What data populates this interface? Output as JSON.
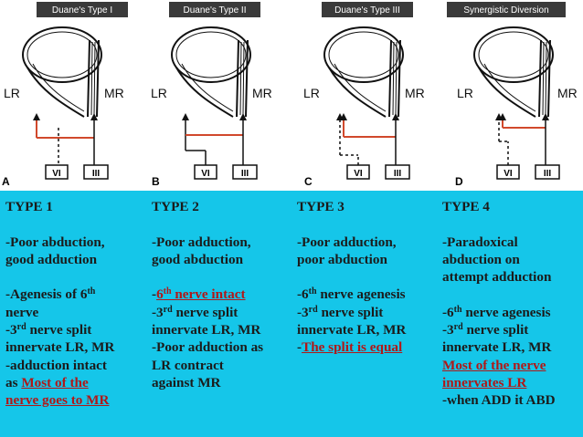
{
  "panels": [
    {
      "letter": "A",
      "title": "Duane's Type I",
      "left_label": "LR",
      "right_label": "MR",
      "nerve_left": "VI",
      "nerve_right": "III"
    },
    {
      "letter": "B",
      "title": "Duane's Type II",
      "left_label": "LR",
      "right_label": "MR",
      "nerve_left": "VI",
      "nerve_right": "III"
    },
    {
      "letter": "C",
      "title": "Duane's Type III",
      "left_label": "LR",
      "right_label": "MR",
      "nerve_left": "VI",
      "nerve_right": "III"
    },
    {
      "letter": "D",
      "title": "Synergistic Diversion",
      "left_label": "LR",
      "right_label": "MR",
      "nerve_left": "VI",
      "nerve_right": "III"
    }
  ],
  "columns": [
    {
      "heading": "TYPE 1",
      "p1": [
        "-Poor abduction,",
        "good adduction"
      ],
      "l1": "-Agenesis of 6",
      "sup1": "th",
      "l2": "nerve",
      "l3": "-3",
      "sup3": "rd",
      "l3b": " nerve split",
      "l4": "innervate LR, MR",
      "l5": "-adduction intact",
      "l6a": "as ",
      "l6red": "Most of the",
      "l7red": "nerve goes to MR"
    },
    {
      "heading": "TYPE 2",
      "p1": [
        "-Poor adduction,",
        "good abduction"
      ],
      "l1a": "-",
      "l1red": "6",
      "sup1": "th",
      "l1redb": " nerve intact",
      "l2": "-3",
      "sup2": "rd",
      "l2b": " nerve split",
      "l3": "innervate LR, MR",
      "l4": "-Poor adduction as",
      "l5": "LR contract",
      "l6": "against MR"
    },
    {
      "heading": "TYPE 3",
      "p1": [
        "-Poor adduction,",
        "poor abduction"
      ],
      "l1": "-6",
      "sup1": "th",
      "l1b": " nerve agenesis",
      "l2": "-3",
      "sup2": "rd",
      "l2b": " nerve split",
      "l3": "innervate LR, MR",
      "l4a": "-",
      "l4red": "The split is equal"
    },
    {
      "heading": "TYPE 4",
      "p1": [
        "-Paradoxical",
        "abduction on",
        "attempt adduction"
      ],
      "l1": "-6",
      "sup1": "th",
      "l1b": " nerve agenesis",
      "l2": "-3",
      "sup2": "rd",
      "l2b": " nerve split",
      "l3": "innervate LR, MR",
      "l4red": "Most of the nerve",
      "l5red": "innervates LR",
      "l6": "-when ADD it ABD"
    }
  ]
}
